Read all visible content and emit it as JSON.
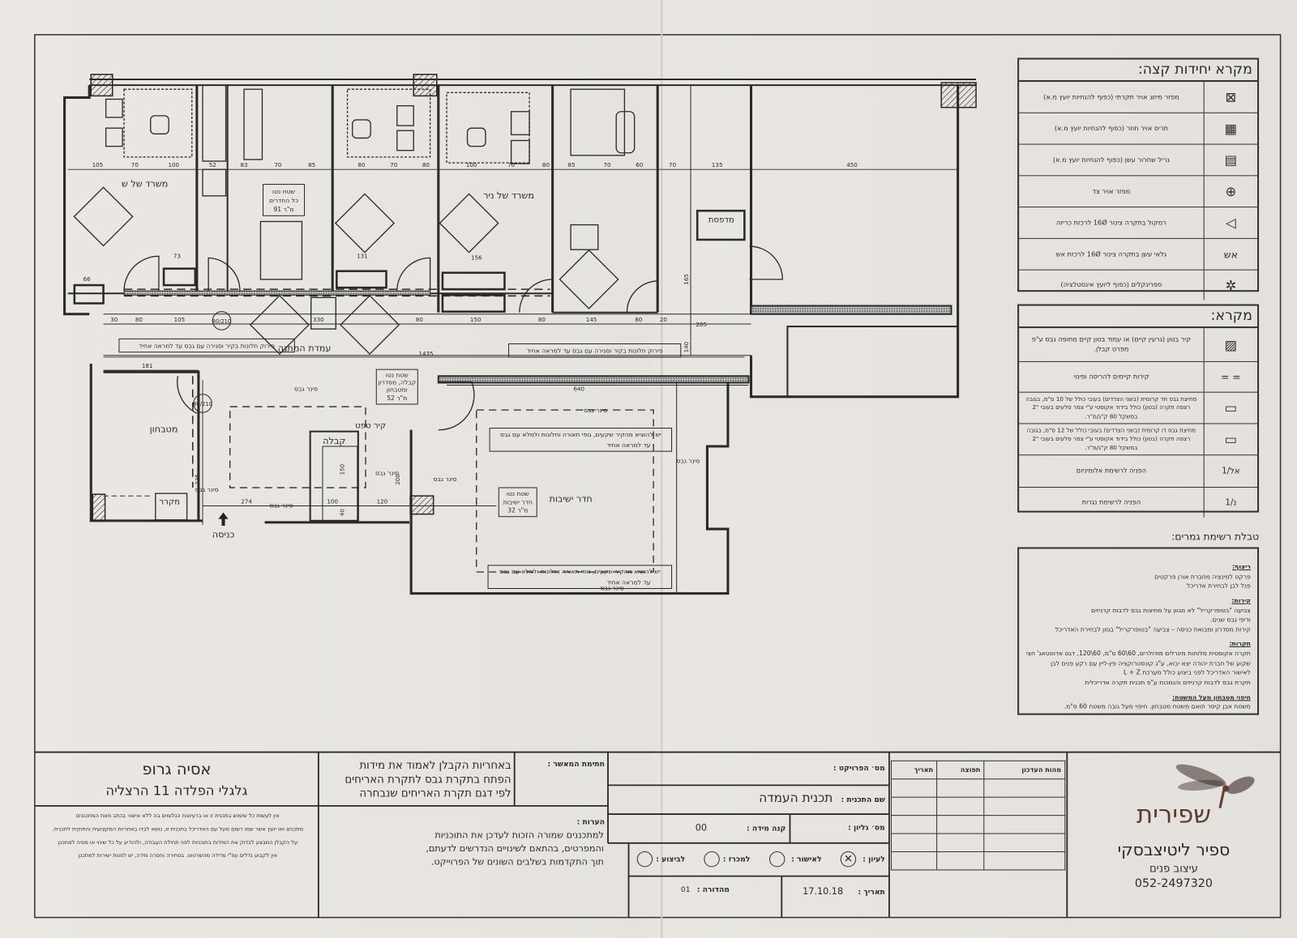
{
  "plan": {
    "rooms": {
      "office_sh": "משרד של ש",
      "office_nir": "משרד של ניר",
      "printer": "מדפסת",
      "waiting": "עמדת המתנה",
      "kitchenette": "מטבחון",
      "fridge": "מקרר",
      "reception": "קבלה",
      "wallpaper_wall": "קיר טפט",
      "entrance": "כניסה",
      "meeting_room": "חדר ישיבות"
    },
    "area_boxes": {
      "rooms_net": [
        "שטח נטו",
        "כל החדרים",
        "91 מ\"ר"
      ],
      "reception_net": [
        "שטח נטו",
        "קבלה, מסדרון",
        "ומטבחון",
        "52 מ\"ר"
      ],
      "meeting_net": [
        "שטח נטו",
        "חדר ישיבות",
        "32 מ\"ר"
      ]
    },
    "notes": {
      "windows_removal": "פירוק חלונות בקיר וסגירה עם גבס עד למראה אחיד",
      "wall_fill_1": [
        "יש להוציא מהקיר שקעים, גופי תאורה וחלונות ולמלא עם גבס",
        "עד למראה אחיד"
      ],
      "wall_fill_2": [
        "יש להוציא מהקיר שקעים, גופי תאורה וחלונות ולמלא עם גבס",
        "עד למראה אחיד"
      ]
    },
    "ceiling_label": "סינר גבס",
    "dims": [
      "105",
      "70",
      "100",
      "52",
      "83",
      "70",
      "85",
      "80",
      "70",
      "80",
      "100",
      "70",
      "80",
      "85",
      "70",
      "60",
      "70",
      "135",
      "450",
      "73",
      "66",
      "131",
      "156",
      "30",
      "80",
      "105",
      "330",
      "80",
      "150",
      "80",
      "145",
      "80",
      "20",
      "205",
      "1435",
      "181",
      "640",
      "274",
      "100",
      "120",
      "235",
      "200",
      "150",
      "40",
      "165",
      "140",
      "80/210"
    ]
  },
  "legend_units": {
    "title": "מקרא יחידות קצה:",
    "rows": [
      {
        "icon": "ac-return-grille-icon",
        "glyph": "⊠",
        "text": "מפזר מיזוג אויר תקרתי (כפוף להנחיות יועץ מ.א)"
      },
      {
        "icon": "return-air-grille-icon",
        "glyph": "▦",
        "text": "תריס אויר חוזר (כפוף להנחיות יועץ מ.א)"
      },
      {
        "icon": "exhaust-grille-icon",
        "glyph": "▤",
        "text": "גריל שחרור עשן (כפוף להנחיות יועץ מ.א)"
      },
      {
        "icon": "side-diffuser-icon",
        "glyph": "⊕",
        "text": "מפזר אויר צד"
      },
      {
        "icon": "speaker-icon",
        "glyph": "◁",
        "text": "רמקול בתקרה צינור 16Ø לרכזת כריזה"
      },
      {
        "icon": "smoke-detector-icon",
        "glyph": "אש",
        "text": "גלאי עשן בתקרה צינור 16Ø לרכזת אש"
      },
      {
        "icon": "sprinkler-icon",
        "glyph": "✲",
        "text": "ספרינקלים (כפוף ליועץ אינסטלציה)"
      }
    ]
  },
  "legend_general": {
    "title": "מקרא:",
    "rows": [
      {
        "icon": "concrete-wall-icon",
        "glyph": "▨",
        "text": "קיר בטון (גרעין קיים) או עמוד בטון קיים מחופה גבס ע\"פ מפרט קבלן."
      },
      {
        "icon": "demolition-wall-icon",
        "glyph": "= =",
        "text": "קירות קיימים להריסה ופינוי"
      },
      {
        "icon": "drywall-10-icon",
        "glyph": "▭",
        "text": "מחיצת גבס חד קרומית (בשני הצדדים) בעובי כולל של 10 ס\"מ, בגובה רצפה תקרה (בטון) כולל בידוד אקוסטי ע\"י צמר סלעים בעובי \"2 במשקל 80 ק\"ג/מ\"ר."
      },
      {
        "icon": "drywall-12-icon",
        "glyph": "▭",
        "text": "מחיצת גבס דו קרומית (בשני הצדדים) בעובי כולל של 12 ס\"מ, בגובה רצפה תקרה (בטון) כולל בידוד אקוסטי ע\"י צמר סלעים בעובי \"2 במשקל 80 ק\"ג/מ\"ר."
      },
      {
        "icon": "aluminum-ref-icon",
        "glyph": "אל/1",
        "text": "הפניה לרשימת אלומיניום"
      },
      {
        "icon": "carpentry-ref-icon",
        "glyph": "נ/1",
        "text": "הפניה לרשימת נגרות"
      }
    ]
  },
  "finishes": {
    "title": "טבלת רשימת גמרים:",
    "sections": [
      {
        "heading": "ריצוף:",
        "lines": [
          "פרקט למינציה מחברת אורן פרקטים",
          "פנל לבן לבחירת אדריכל"
        ]
      },
      {
        "heading": "קירות:",
        "lines": [
          "צביעה \"בטופרקריל\" לא מגוון על מחיצות גבס לדבות קרניזים",
          "ודיפי גבס שנים.",
          "קירות מסדרון ומבואת כניסה – צביעה \"בטופרקריל\" בגוון לבחירת האדריכל"
        ]
      },
      {
        "heading": "תקרות:",
        "lines": [
          "תקרה אקוסטית מלוחות מינרלים מודולרים, 60\\60 ס\"מ, 60\\120, דגם אדוונטאג' חצי",
          "שקוע של חברת יהודה יצא יבוא, ע\"ג קונסטרוקציה פין-ליין עם רקע פנים לבן",
          "לאישור האדריכל לפני ביצוע כולל מערכת L + Z",
          "תקרת גבס לדבות קרניזים והנמכות ע\"פ תכנית תקרה אדריכלית"
        ]
      },
      {
        "heading": "חיפוי מטבחון מעל המשטח:",
        "lines": [
          "משטח אבן קיסר תואם משטח מטבחון. חיפוי מעל גובה משטח 60 ס\"מ."
        ]
      }
    ]
  },
  "title_block": {
    "client": "אסיה גרופ",
    "address": "גלגלי הפלדה 11 הרצליה",
    "disclaimers": [
      "אין לעשות כל שימוש בתכנית זו או ברעיונות הגלומים בה ללא אישור בכתב מאת המתכננים",
      "מתכנים ואו יועץ אשר שמו רשום מעל עם האדריכל בתכנית זו, נושא לבדו באחריות המקצועית והחוקית לתכנית.",
      "על הקבלן המבצע לבדוק את המידות בתוכניות לפני תחילת העבודה, ולהודיע על כל שינוי או סטיה למתכנן",
      "אין לקבוע גדלים עפ\"י מדידה מהשרטוט. בסתירה וחסרה מידה, יש לפנות ישירות למתכנן"
    ],
    "contractor_note": [
      "באחריות הקבלן לאמוד את מידות",
      "הפתח בתקרת גבס לתקרת האריחים",
      "לפי דגם תקרת האריחים שנבחרה"
    ],
    "approver_signature_label": "חתימת המאשר :",
    "remarks_label": "הערות :",
    "remarks": [
      "למתכננים שמורה הזכות לעדכן את התוכניות",
      "והמפרטים, בהתאם לשינויים הנדרשים לדעתם,",
      "תוך התקדמות בשלבים השונים של הפרוייקט."
    ],
    "project_no_label": "מס׳ הפרויקט :",
    "plan_name_label": "שם התכנית :",
    "plan_name": "תכנית העמדה",
    "sheet_no_label": "מס׳ גליון :",
    "scale_label": "קנה מידה :",
    "scale": "00",
    "status": [
      {
        "label": "לעיון :",
        "checked": true
      },
      {
        "label": "לאישור :",
        "checked": false
      },
      {
        "label": "למכרז :",
        "checked": false
      },
      {
        "label": "לביצוע :",
        "checked": false
      }
    ],
    "date_label": "תאריך :",
    "date": "17.10.18",
    "edition_label": "מהדורה :",
    "edition": "01",
    "revisions_headers": [
      "מהות העדכון",
      "תפוצה",
      "תאריך"
    ]
  },
  "brand": {
    "logo_text": "שפירית",
    "designer": "ספיר ליטיצבסקי",
    "profession": "עיצוב פנים",
    "phone": "052-2497320",
    "logo_color": "#5a3a32"
  }
}
